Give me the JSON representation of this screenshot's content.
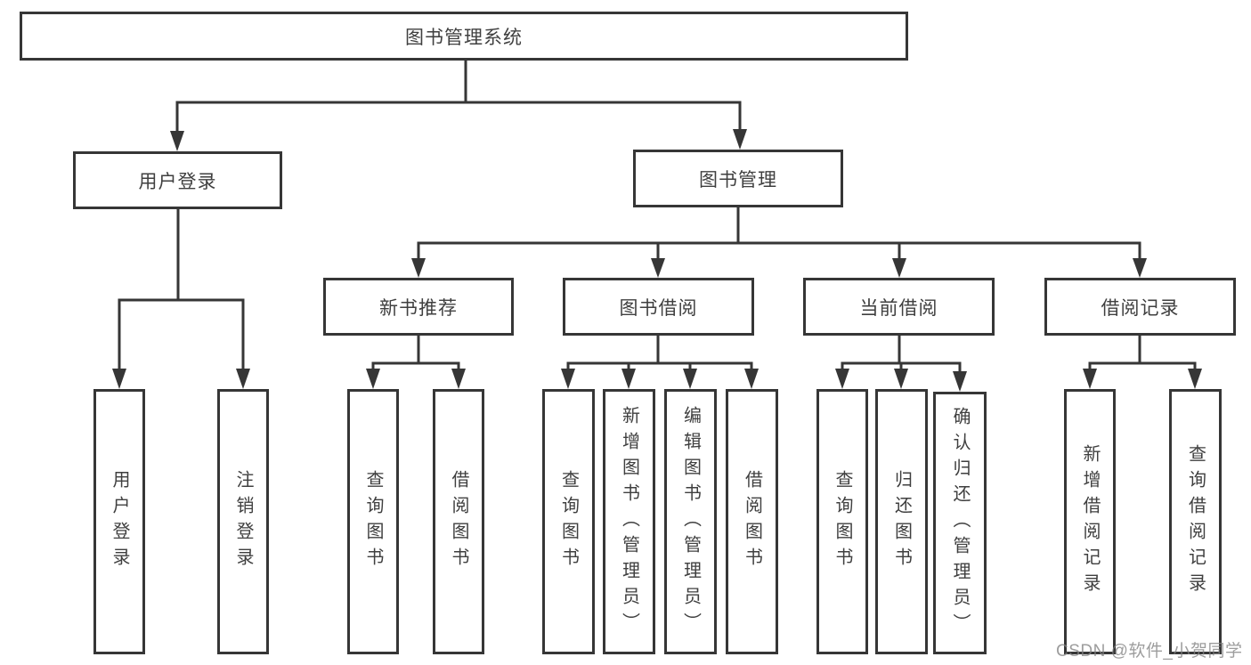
{
  "diagram": {
    "title": "图书管理系统",
    "root": {
      "label": "图书管理系统"
    },
    "level2": [
      {
        "label": "用户登录",
        "parent": "图书管理系统"
      },
      {
        "label": "图书管理",
        "parent": "图书管理系统"
      }
    ],
    "level3": [
      {
        "label": "新书推荐",
        "parent": "图书管理"
      },
      {
        "label": "图书借阅",
        "parent": "图书管理"
      },
      {
        "label": "当前借阅",
        "parent": "图书管理"
      },
      {
        "label": "借阅记录",
        "parent": "图书管理"
      }
    ],
    "leaves": [
      {
        "label": "用户登录",
        "parent": "用户登录"
      },
      {
        "label": "注销登录",
        "parent": "用户登录"
      },
      {
        "label": "查询图书",
        "parent": "新书推荐"
      },
      {
        "label": "借阅图书",
        "parent": "新书推荐"
      },
      {
        "label": "查询图书",
        "parent": "图书借阅"
      },
      {
        "label": "新增图书（管理员）",
        "parent": "图书借阅"
      },
      {
        "label": "编辑图书（管理员）",
        "parent": "图书借阅"
      },
      {
        "label": "借阅图书",
        "parent": "图书借阅"
      },
      {
        "label": "查询图书",
        "parent": "当前借阅"
      },
      {
        "label": "归还图书",
        "parent": "当前借阅"
      },
      {
        "label": "确认归还（管理员）",
        "parent": "当前借阅"
      },
      {
        "label": "新增借阅记录",
        "parent": "借阅记录"
      },
      {
        "label": "查询借阅记录",
        "parent": "借阅记录"
      }
    ]
  },
  "watermark": {
    "text": "CSDN @软件_小贺同学"
  },
  "colors": {
    "line": "#363636",
    "border": "#363636",
    "text": "#3f3f3f",
    "background": "#ffffff",
    "watermark": "#828282"
  }
}
